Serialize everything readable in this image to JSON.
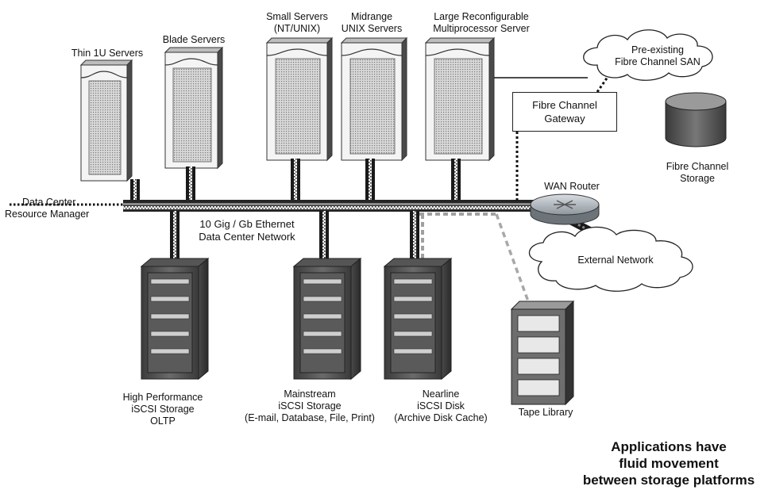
{
  "servers": {
    "thin_1u": "Thin 1U Servers",
    "blade": "Blade Servers",
    "small": [
      "Small Servers",
      "(NT/UNIX)"
    ],
    "midrange": [
      "Midrange",
      "UNIX Servers"
    ],
    "large": [
      "Large Reconfigurable",
      "Multiprocessor Server"
    ]
  },
  "san": {
    "cloud": [
      "Pre-existing",
      "Fibre Channel SAN"
    ],
    "gateway": [
      "Fibre Channel",
      "Gateway"
    ],
    "storage": [
      "Fibre Channel",
      "Storage"
    ]
  },
  "network": {
    "resource_manager": [
      "Data Center",
      "Resource Manager"
    ],
    "backbone": [
      "10 Gig / Gb Ethernet",
      "Data Center Network"
    ],
    "wan_router": "WAN Router",
    "external": "External Network"
  },
  "storage": {
    "high_perf": [
      "High Performance",
      "iSCSI Storage",
      "OLTP"
    ],
    "mainstream": [
      "Mainstream",
      "iSCSI Storage",
      "(E-mail, Database, File, Print)"
    ],
    "nearline": [
      "Nearline",
      "iSCSI Disk",
      "(Archive Disk Cache)"
    ],
    "tape": "Tape Library"
  },
  "tagline": [
    "Applications have",
    "fluid movement",
    "between storage platforms"
  ]
}
